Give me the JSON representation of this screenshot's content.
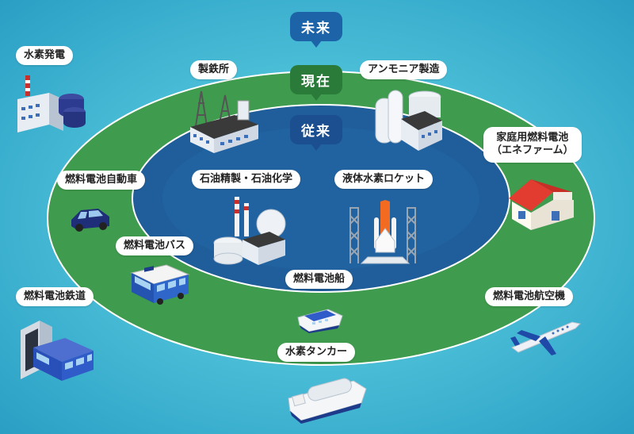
{
  "eras": {
    "future": "未来",
    "present": "現在",
    "past": "従来"
  },
  "labels": {
    "hydrogen_power": "水素発電",
    "steelworks": "製鉄所",
    "ammonia": "アンモニア製造",
    "home_fuel_cell": "家庭用燃料電池\n（エネファーム）",
    "fc_car": "燃料電池自動車",
    "fc_bus": "燃料電池バス",
    "fc_rail": "燃料電池鉄道",
    "fc_ship": "燃料電池船",
    "fc_aircraft": "燃料電池航空機",
    "h2_tanker": "水素タンカー",
    "refinery": "石油精製・石油化学",
    "rocket": "液体水素ロケット"
  },
  "colors": {
    "ocean": "#4cbfd8",
    "ring_present": "#3f9b4d",
    "core_past": "#1f5e9a",
    "era_future": "#1d63a8",
    "era_present": "#2a7a3a",
    "era_past": "#1c4f8f"
  }
}
